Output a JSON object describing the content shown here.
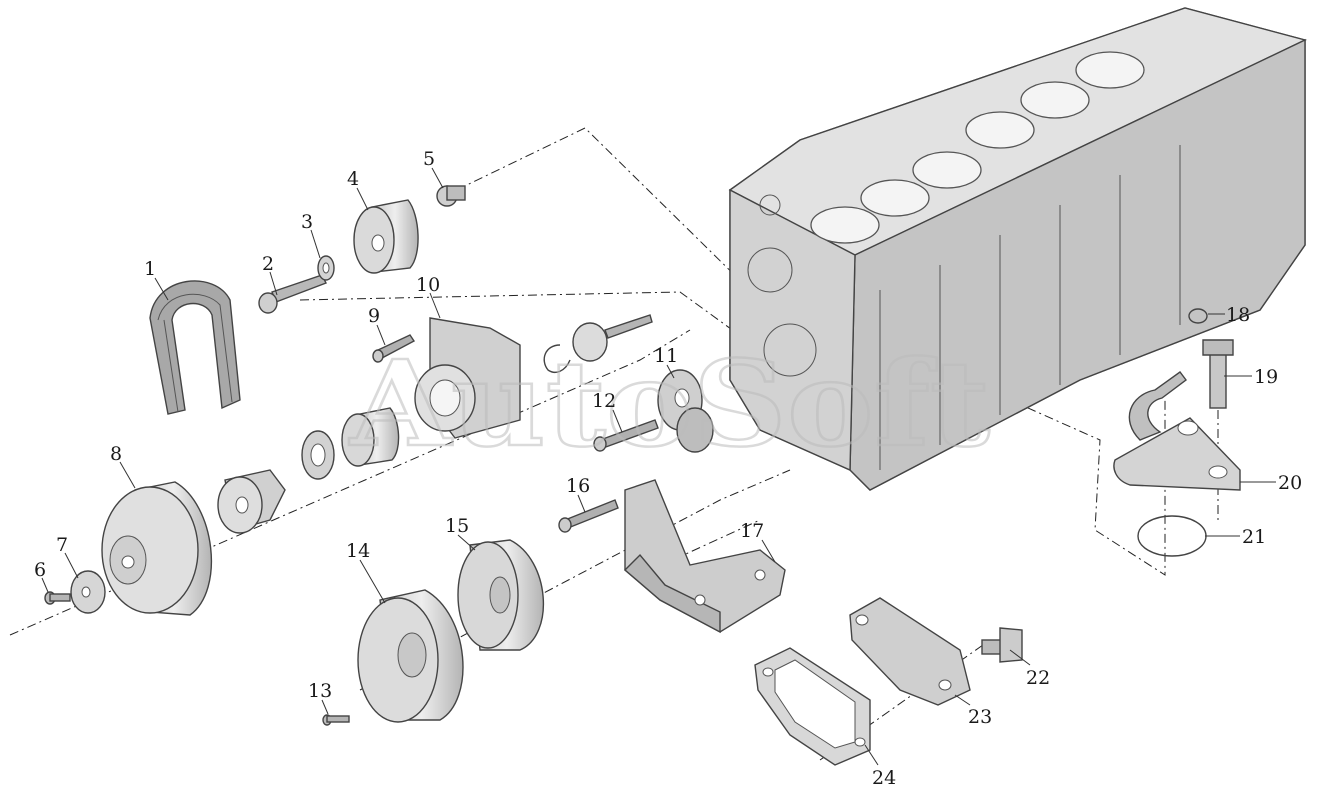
{
  "watermark": "AutoSoft",
  "callouts": [
    {
      "id": "1",
      "label": "1"
    },
    {
      "id": "2",
      "label": "2"
    },
    {
      "id": "3",
      "label": "3"
    },
    {
      "id": "4",
      "label": "4"
    },
    {
      "id": "5",
      "label": "5"
    },
    {
      "id": "6",
      "label": "6"
    },
    {
      "id": "7",
      "label": "7"
    },
    {
      "id": "8",
      "label": "8"
    },
    {
      "id": "9",
      "label": "9"
    },
    {
      "id": "10",
      "label": "10"
    },
    {
      "id": "11",
      "label": "11"
    },
    {
      "id": "12",
      "label": "12"
    },
    {
      "id": "13",
      "label": "13"
    },
    {
      "id": "14",
      "label": "14"
    },
    {
      "id": "15",
      "label": "15"
    },
    {
      "id": "16",
      "label": "16"
    },
    {
      "id": "17",
      "label": "17"
    },
    {
      "id": "18",
      "label": "18"
    },
    {
      "id": "19",
      "label": "19"
    },
    {
      "id": "20",
      "label": "20"
    },
    {
      "id": "21",
      "label": "21"
    },
    {
      "id": "22",
      "label": "22"
    },
    {
      "id": "23",
      "label": "23"
    },
    {
      "id": "24",
      "label": "24"
    }
  ],
  "colors": {
    "part_fill": "#d6d6d6",
    "part_dark": "#9a9a9a",
    "part_light": "#ececec",
    "line": "#333333"
  }
}
